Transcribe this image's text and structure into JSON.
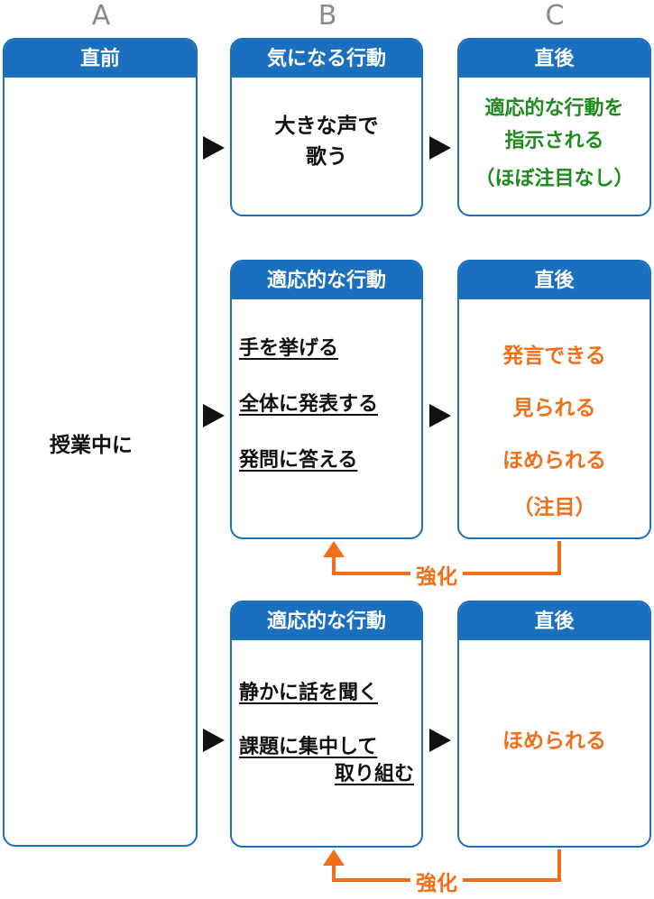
{
  "columns": [
    "A",
    "B",
    "C"
  ],
  "antecedent": {
    "header": "直前",
    "text": "授業中に"
  },
  "row1": {
    "b_header": "気になる行動",
    "b_lines": [
      "大きな声で",
      "歌う"
    ],
    "c_header": "直後",
    "c_lines": [
      "適応的な行動を",
      "指示される",
      "（ほぼ注目なし）"
    ]
  },
  "row2": {
    "b_header": "適応的な行動",
    "b_items": [
      "手を挙げる",
      "全体に発表する",
      "発問に答える"
    ],
    "c_header": "直後",
    "c_lines": [
      "発言できる",
      "見られる",
      "ほめられる",
      "（注目）"
    ],
    "feedback_label": "強化"
  },
  "row3": {
    "b_header": "適応的な行動",
    "b_items": [
      "静かに話を聞く",
      "課題に集中して",
      "取り組む"
    ],
    "c_header": "直後",
    "c_lines": [
      "ほめられる"
    ],
    "feedback_label": "強化"
  },
  "colors": {
    "header_blue": "#1a6fbf",
    "green": "#1f8a1f",
    "orange": "#f26f1a",
    "gray": "#8a8a8a"
  }
}
